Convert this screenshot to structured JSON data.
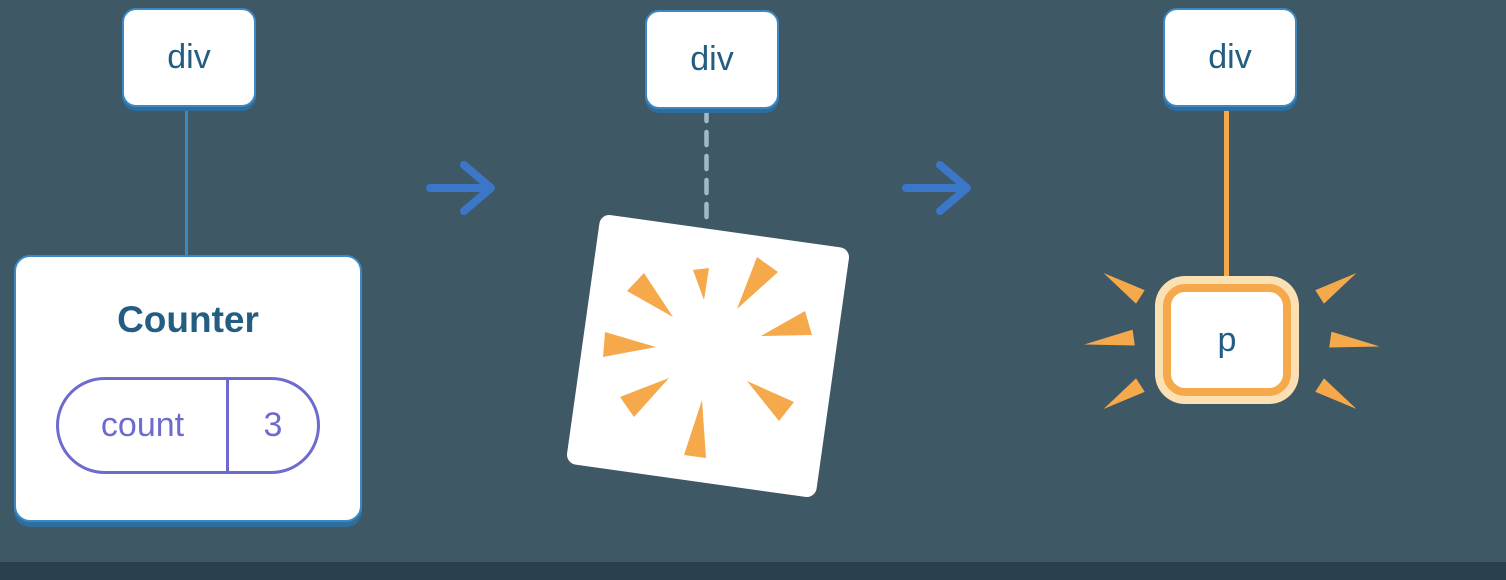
{
  "colors": {
    "bg": "#3F5866",
    "bg-bottom-band": "#2B404E",
    "node-fill": "#FFFFFF",
    "node-border": "#3E88C1",
    "node-shadow": "#2D6E9E",
    "text-navy": "#235D82",
    "connector-blue": "#3E88C1",
    "connector-dashed": "#A3B9C8",
    "arrow-blue": "#3B76C9",
    "state-purple": "#6E6BCE",
    "orange": "#F5A94B",
    "orange-pale": "#FBE0B4"
  },
  "diagram": {
    "before": {
      "root_label": "div",
      "component_title": "Counter",
      "state_key": "count",
      "state_value": "3"
    },
    "removing": {
      "root_label": "div"
    },
    "after": {
      "root_label": "div",
      "element_label": "p"
    }
  },
  "icons": {
    "arrow_right": "arrow-right-icon",
    "poof_burst": "poof-burst-icon",
    "sparkle": "sparkle-icon"
  }
}
